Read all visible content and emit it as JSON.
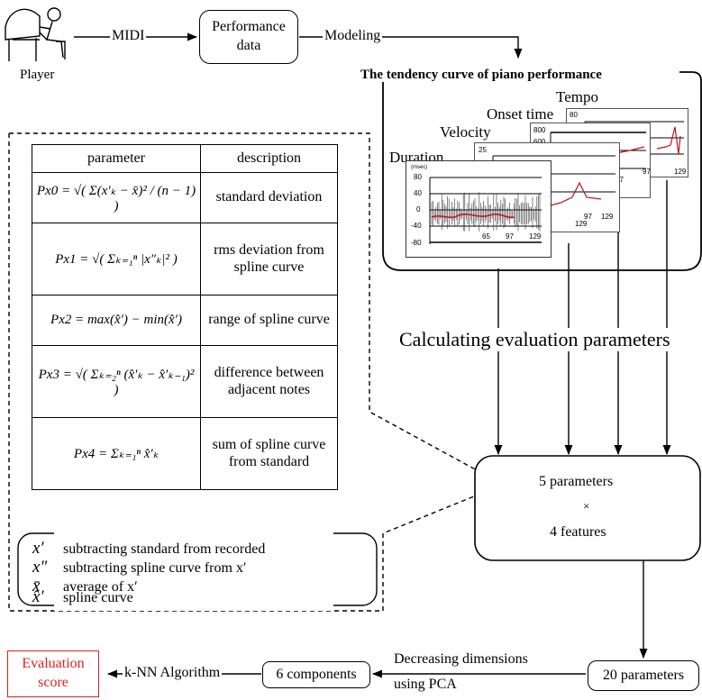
{
  "header": {
    "player_label": "Player",
    "midi_label": "MIDI",
    "performance_data_label": "Performance data",
    "modeling_label": "Modeling",
    "tendency_title": "The tendency curve of piano performance"
  },
  "charts": {
    "tempo": {
      "title": "Tempo",
      "ytick_top": "80",
      "xticks": [
        "97",
        "129"
      ]
    },
    "onset": {
      "title": "Onset time",
      "yticks": [
        "800",
        "600"
      ],
      "xticks": [
        "97",
        "129"
      ]
    },
    "velocity": {
      "title": "Velocity",
      "ytick_top": "25",
      "xticks": [
        "97",
        "129"
      ]
    },
    "duration": {
      "title": "Duration",
      "unit": "(msec)",
      "yticks": [
        "80",
        "40",
        "0",
        "-40",
        "-80"
      ],
      "xticks": [
        "65",
        "97",
        "129"
      ]
    }
  },
  "calc_label": "Calculating evaluation parameters",
  "table": {
    "header_param": "parameter",
    "header_desc": "description",
    "rows": [
      {
        "formula": "Px0 = √( Σ(x′ₖ − x̄)² / (n − 1) )",
        "desc": "standard deviation"
      },
      {
        "formula": "Px1 = √( Σₖ₌₁ⁿ |x″ₖ|² )",
        "desc": "rms deviation from spline curve"
      },
      {
        "formula": "Px2 = max(x̂′) − min(x̂′)",
        "desc": "range of spline curve"
      },
      {
        "formula": "Px3 = √( Σₖ₌₂ⁿ (x̂′ₖ − x̂′ₖ₋₁)² )",
        "desc": "difference between adjacent notes"
      },
      {
        "formula": "Px4 = Σₖ₌₁ⁿ x̂′ₖ",
        "desc": "sum of spline curve from standard"
      }
    ]
  },
  "legend": [
    {
      "sym": "x′",
      "text": "subtracting standard from recorded"
    },
    {
      "sym": "x″",
      "text": "subtracting spline curve from x′"
    },
    {
      "sym": "x̄",
      "text": "average of x′"
    },
    {
      "sym": "x̂′",
      "text": "spline curve"
    }
  ],
  "params_box": {
    "line1": "5 parameters",
    "line2": "×",
    "line3": "4 features"
  },
  "bottom": {
    "evaluation_score": "Evaluation score",
    "knn_label": "k-NN Algorithm",
    "components_label": "6 components",
    "pca_label_1": "Decreasing dimensions",
    "pca_label_2": "using PCA",
    "twenty_params_label": "20 parameters"
  },
  "colors": {
    "accent_red": "#e0201a",
    "curve_red": "#c0141a"
  }
}
